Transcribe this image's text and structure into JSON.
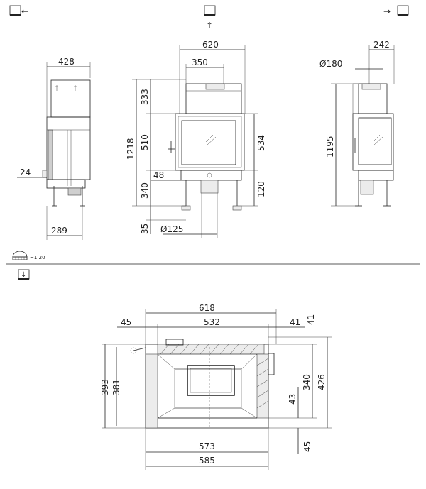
{
  "views": {
    "left": {
      "icon": "view-from-left-icon",
      "arrow": "←"
    },
    "front": {
      "icon": "view-from-front-icon",
      "arrow": "↑"
    },
    "right": {
      "icon": "view-from-right-icon",
      "arrow": "→"
    },
    "top": {
      "icon": "view-from-top-icon",
      "arrow": "↓"
    }
  },
  "scale_label": "~1:20",
  "dimensions": {
    "left_width": "428",
    "left_offset": "24",
    "left_base": "289",
    "front_width": "620",
    "front_inner": "350",
    "front_height_total": "1218",
    "front_h_top": "333",
    "front_h_door": "510",
    "front_h_base": "340",
    "front_h_feet": "35",
    "front_side_48": "48",
    "front_right_534": "534",
    "front_right_120": "120",
    "front_pipe": "Ø125",
    "right_flue": "Ø180",
    "right_242": "242",
    "right_height": "1195",
    "top_618": "618",
    "top_45": "45",
    "top_532": "532",
    "top_41a": "41",
    "top_41b": "41",
    "top_393": "393",
    "top_381": "381",
    "top_340": "340",
    "top_426": "426",
    "top_43": "43",
    "top_45b": "45",
    "top_573": "573",
    "top_585": "585"
  },
  "colors": {
    "line": "#222222",
    "fill_gray": "#cfcfcf"
  }
}
